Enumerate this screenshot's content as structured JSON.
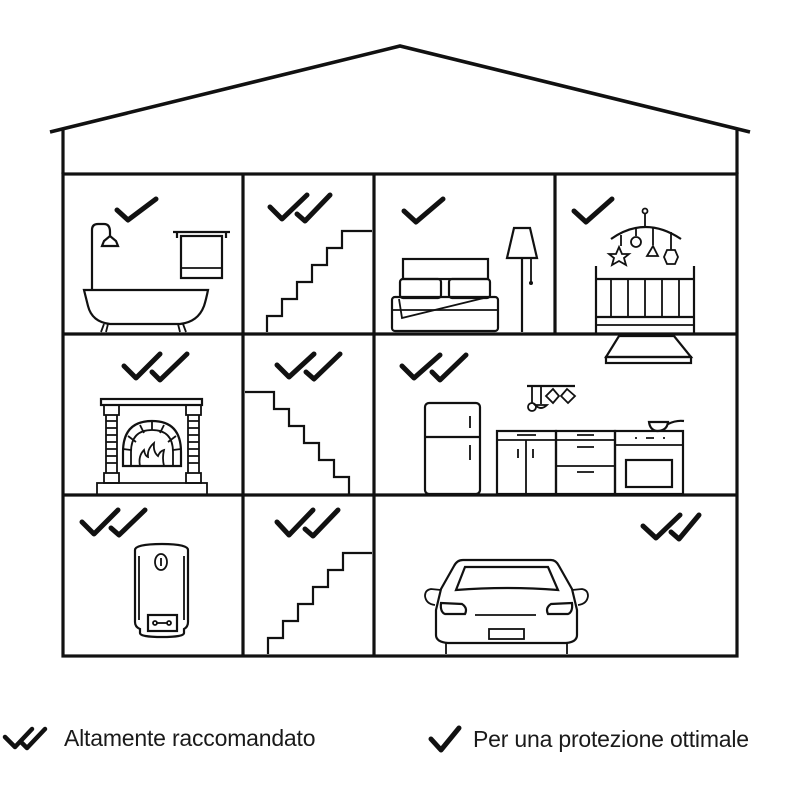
{
  "illustration": {
    "subject": "house cross-section",
    "colors": {
      "line": "#111111",
      "background": "#ffffff"
    },
    "rooms": [
      {
        "id": "bathroom",
        "icon": "bathtub-shower-icon",
        "mark": "single",
        "floor": 3
      },
      {
        "id": "stairs-top",
        "icon": "stairs-icon",
        "mark": "double",
        "floor": 3
      },
      {
        "id": "bedroom",
        "icon": "bed-lamp-icon",
        "mark": "single",
        "floor": 3
      },
      {
        "id": "nursery",
        "icon": "crib-mobile-icon",
        "mark": "single",
        "floor": 3
      },
      {
        "id": "living-room",
        "icon": "fireplace-icon",
        "mark": "double",
        "floor": 2
      },
      {
        "id": "stairs-middle",
        "icon": "stairs-icon",
        "mark": "double",
        "floor": 2
      },
      {
        "id": "kitchen",
        "icon": "kitchen-icon",
        "mark": "double",
        "floor": 2
      },
      {
        "id": "boiler-room",
        "icon": "water-heater-icon",
        "mark": "double",
        "floor": 1
      },
      {
        "id": "stairs-bottom",
        "icon": "stairs-icon",
        "mark": "double",
        "floor": 1
      },
      {
        "id": "garage",
        "icon": "car-icon",
        "mark": "double",
        "floor": 1
      }
    ]
  },
  "legend": {
    "double": {
      "icon": "double-check-icon",
      "label": "Altamente raccomandato"
    },
    "single": {
      "icon": "check-icon",
      "label": "Per una protezione ottimale"
    }
  }
}
